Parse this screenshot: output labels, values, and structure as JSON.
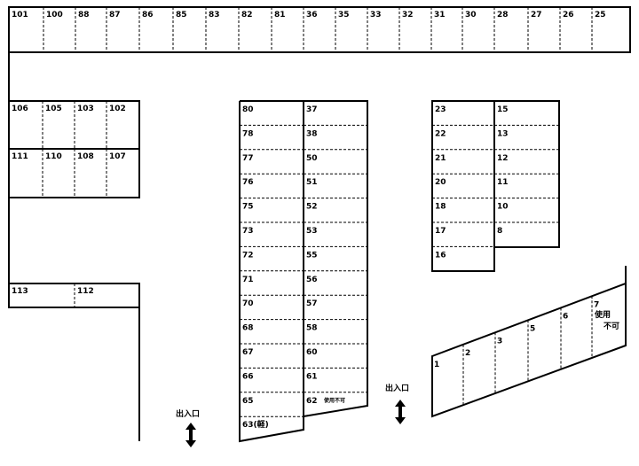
{
  "top_row": [
    "101",
    "100",
    "88",
    "87",
    "86",
    "85",
    "83",
    "82",
    "81",
    "36",
    "35",
    "33",
    "32",
    "31",
    "30",
    "28",
    "27",
    "26",
    "25"
  ],
  "left_block_upper": [
    "106",
    "105",
    "103",
    "102"
  ],
  "left_block_lower": [
    "111",
    "110",
    "108",
    "107"
  ],
  "left_block_bottom": [
    "113",
    "112"
  ],
  "center_left_column": [
    "80",
    "78",
    "77",
    "76",
    "75",
    "73",
    "72",
    "71",
    "70",
    "68",
    "67",
    "66",
    "65",
    "63(軽)"
  ],
  "center_right_column": [
    "37",
    "38",
    "50",
    "51",
    "52",
    "53",
    "55",
    "56",
    "57",
    "58",
    "60",
    "61",
    "62"
  ],
  "center_unavailable_note": "使用不可",
  "right_column_a": [
    "23",
    "22",
    "21",
    "20",
    "18",
    "17",
    "16"
  ],
  "right_column_b": [
    "15",
    "13",
    "12",
    "11",
    "10",
    "8"
  ],
  "diagonal_row": [
    "1",
    "2",
    "3",
    "5",
    "6",
    "7"
  ],
  "diagonal_unavailable_note": [
    "使用",
    "不可"
  ],
  "entrance_label": "出入口"
}
